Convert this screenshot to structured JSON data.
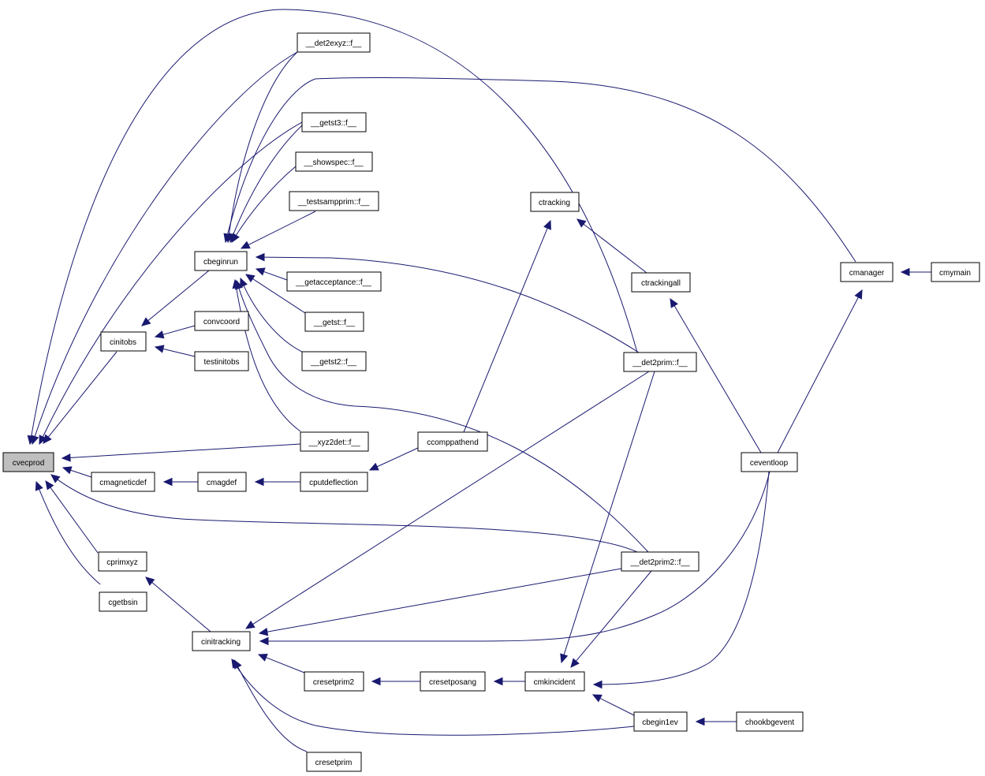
{
  "colors": {
    "edge": "#191970",
    "root_fill": "#bfbfbf",
    "node_fill": "#ffffff",
    "node_border": "#000000"
  },
  "nodes": {
    "cvecprod": "cvecprod",
    "det2exyz": "__det2exyz::f__",
    "getst3": "__getst3::f__",
    "showspec": "__showspec::f__",
    "testsampprim": "__testsampprim::f__",
    "cbeginrun": "cbeginrun",
    "getacceptance": "__getacceptance::f__",
    "getst": "__getst::f__",
    "getst2": "__getst2::f__",
    "cinitobs": "cinitobs",
    "convcoord": "convcoord",
    "testinitobs": "testinitobs",
    "xyz2det": "__xyz2det::f__",
    "cmagneticdef": "cmagneticdef",
    "cmagdef": "cmagdef",
    "cputdeflection": "cputdeflection",
    "ccomppathend": "ccomppathend",
    "ctracking": "ctracking",
    "ctrackingall": "ctrackingall",
    "det2prim": "__det2prim::f__",
    "det2prim2": "__det2prim2::f__",
    "cprimxyz": "cprimxyz",
    "cgetbsin": "cgetbsin",
    "cinitracking": "cinitracking",
    "cresetprim2": "cresetprim2",
    "cresetposang": "cresetposang",
    "cmkincident": "cmkincident",
    "cbegin1ev": "cbegin1ev",
    "chookbgevent": "chookbgevent",
    "cresetprim": "cresetprim",
    "ceventloop": "ceventloop",
    "cmanager": "cmanager",
    "cmymain": "cmymain"
  }
}
